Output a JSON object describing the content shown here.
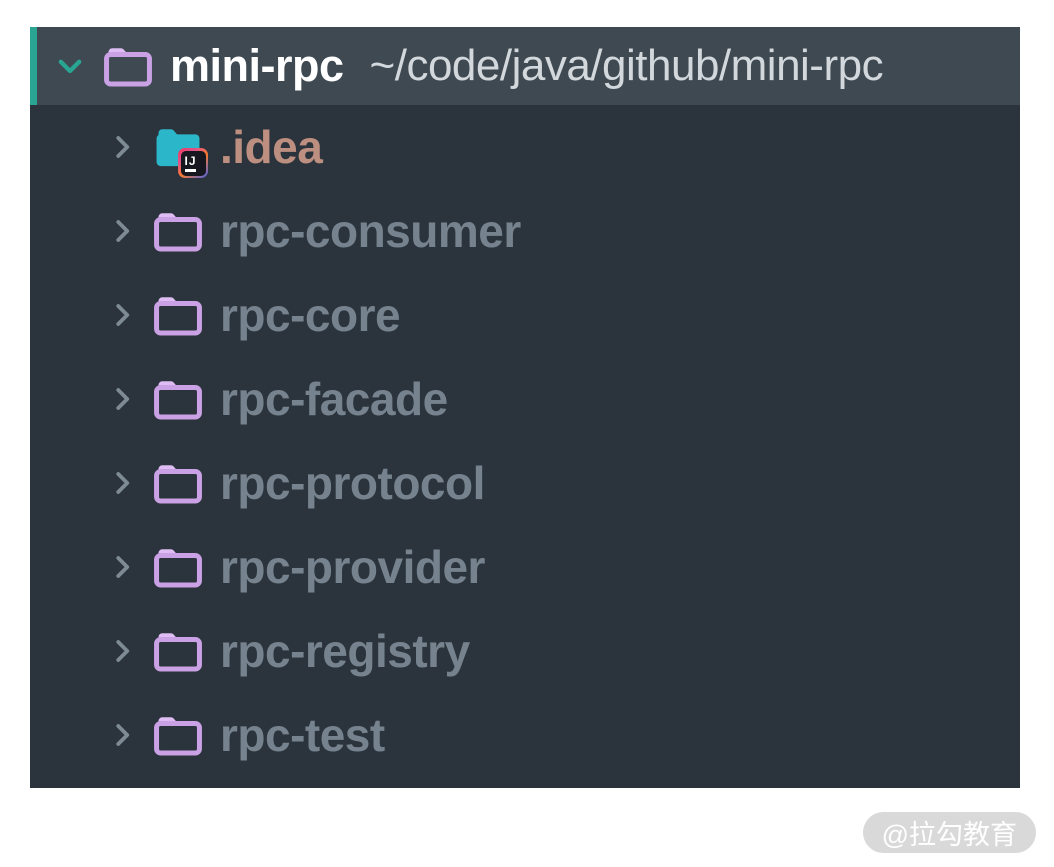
{
  "root": {
    "name": "mini-rpc",
    "path": "~/code/java/github/mini-rpc",
    "state": "expanded-selected"
  },
  "tree": {
    "items": [
      {
        "label": ".idea",
        "icon": "idea-config-folder-icon",
        "state": "collapsed"
      },
      {
        "label": "rpc-consumer",
        "icon": "folder-icon",
        "state": "collapsed"
      },
      {
        "label": "rpc-core",
        "icon": "folder-icon",
        "state": "collapsed"
      },
      {
        "label": "rpc-facade",
        "icon": "folder-icon",
        "state": "collapsed"
      },
      {
        "label": "rpc-protocol",
        "icon": "folder-icon",
        "state": "collapsed"
      },
      {
        "label": "rpc-provider",
        "icon": "folder-icon",
        "state": "collapsed"
      },
      {
        "label": "rpc-registry",
        "icon": "folder-icon",
        "state": "collapsed"
      },
      {
        "label": "rpc-test",
        "icon": "folder-icon",
        "state": "collapsed"
      }
    ]
  },
  "watermark": {
    "text": "@拉勾教育"
  },
  "idea_badge": {
    "text": "IJ"
  },
  "colors": {
    "panel_bg": "#2b343c",
    "selected_row_bg": "#3e4952",
    "accent_teal": "#2aa493",
    "chevron_gray": "#7e8b95",
    "folder_purple": "#c9a1e4",
    "folder_purple_tab": "#debcf4",
    "idea_folder_teal": "#2bb7c9",
    "root_name_color": "#ffffff",
    "root_path_color": "#d2d8dc",
    "child_label_color": "#76838f",
    "idea_label_color": "#bd8f80",
    "watermark_bg": "#d9d9d9"
  }
}
